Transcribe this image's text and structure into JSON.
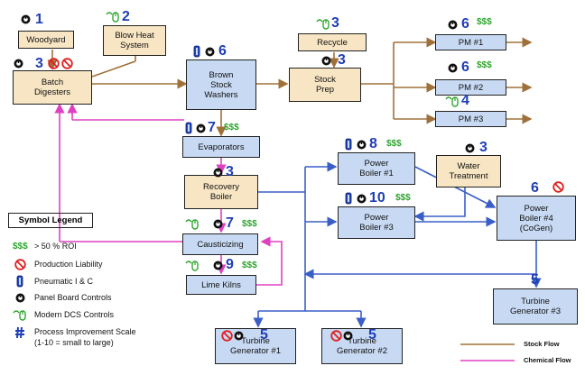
{
  "nodes": {
    "woodyard": "Woodyard",
    "batch_digesters": "Batch\nDigesters",
    "blow_heat": "Blow Heat\nSystem",
    "brown_stock": "Brown\nStock\nWashers",
    "recycle": "Recycle",
    "stock_prep": "Stock\nPrep",
    "pm1": "PM #1",
    "pm2": "PM #2",
    "pm3": "PM #3",
    "evaporators": "Evaporators",
    "recovery_boiler": "Recovery\nBoiler",
    "causticizing": "Causticizing",
    "lime_kilns": "Lime Kilns",
    "power_boiler1": "Power\nBoiler #1",
    "power_boiler3": "Power\nBoiler #3",
    "water_treatment": "Water\nTreatment",
    "power_boiler4": "Power\nBoiler #4\n(CoGen)",
    "turbine3": "Turbine\nGenerator #3",
    "turbine1": "Turbine\nGenerator #1",
    "turbine2": "Turbine\nGenerator #2"
  },
  "scores": {
    "woodyard": "1",
    "blow_heat": "2",
    "batch_digesters": "3",
    "brown_stock": "6",
    "recycle": "3",
    "stock_prep": "3",
    "pm1": "6",
    "pm2": "6",
    "pm3": "4",
    "evaporators": "7",
    "recovery_boiler": "3",
    "causticizing": "7",
    "lime_kilns": "9",
    "power_boiler1": "8",
    "power_boiler3": "10",
    "water_treatment": "3",
    "power_boiler4": "6",
    "turbine3": "5",
    "turbine1": "5",
    "turbine2": "5"
  },
  "roi_label": "$$$",
  "legend": {
    "title": "Symbol Legend",
    "roi": "> 50 % ROI",
    "liability": "Production Liability",
    "pneumatic": "Pneumatic I & C",
    "panel": "Panel Board Controls",
    "dcs": "Modern DCS Controls",
    "scale_line1": "Process Improvement Scale",
    "scale_line2": "(1-10 = small to large)"
  },
  "flow_legend": {
    "stock": "Stock Flow",
    "chemical": "Chemical Flow"
  },
  "colors": {
    "stock_flow": "#a0703a",
    "chemical_flow": "#e040c0",
    "steam_flow": "#3a5ec8",
    "score_blue": "#1f3fb5",
    "roi_green": "#2fa52f",
    "liability_red": "#e02020"
  }
}
